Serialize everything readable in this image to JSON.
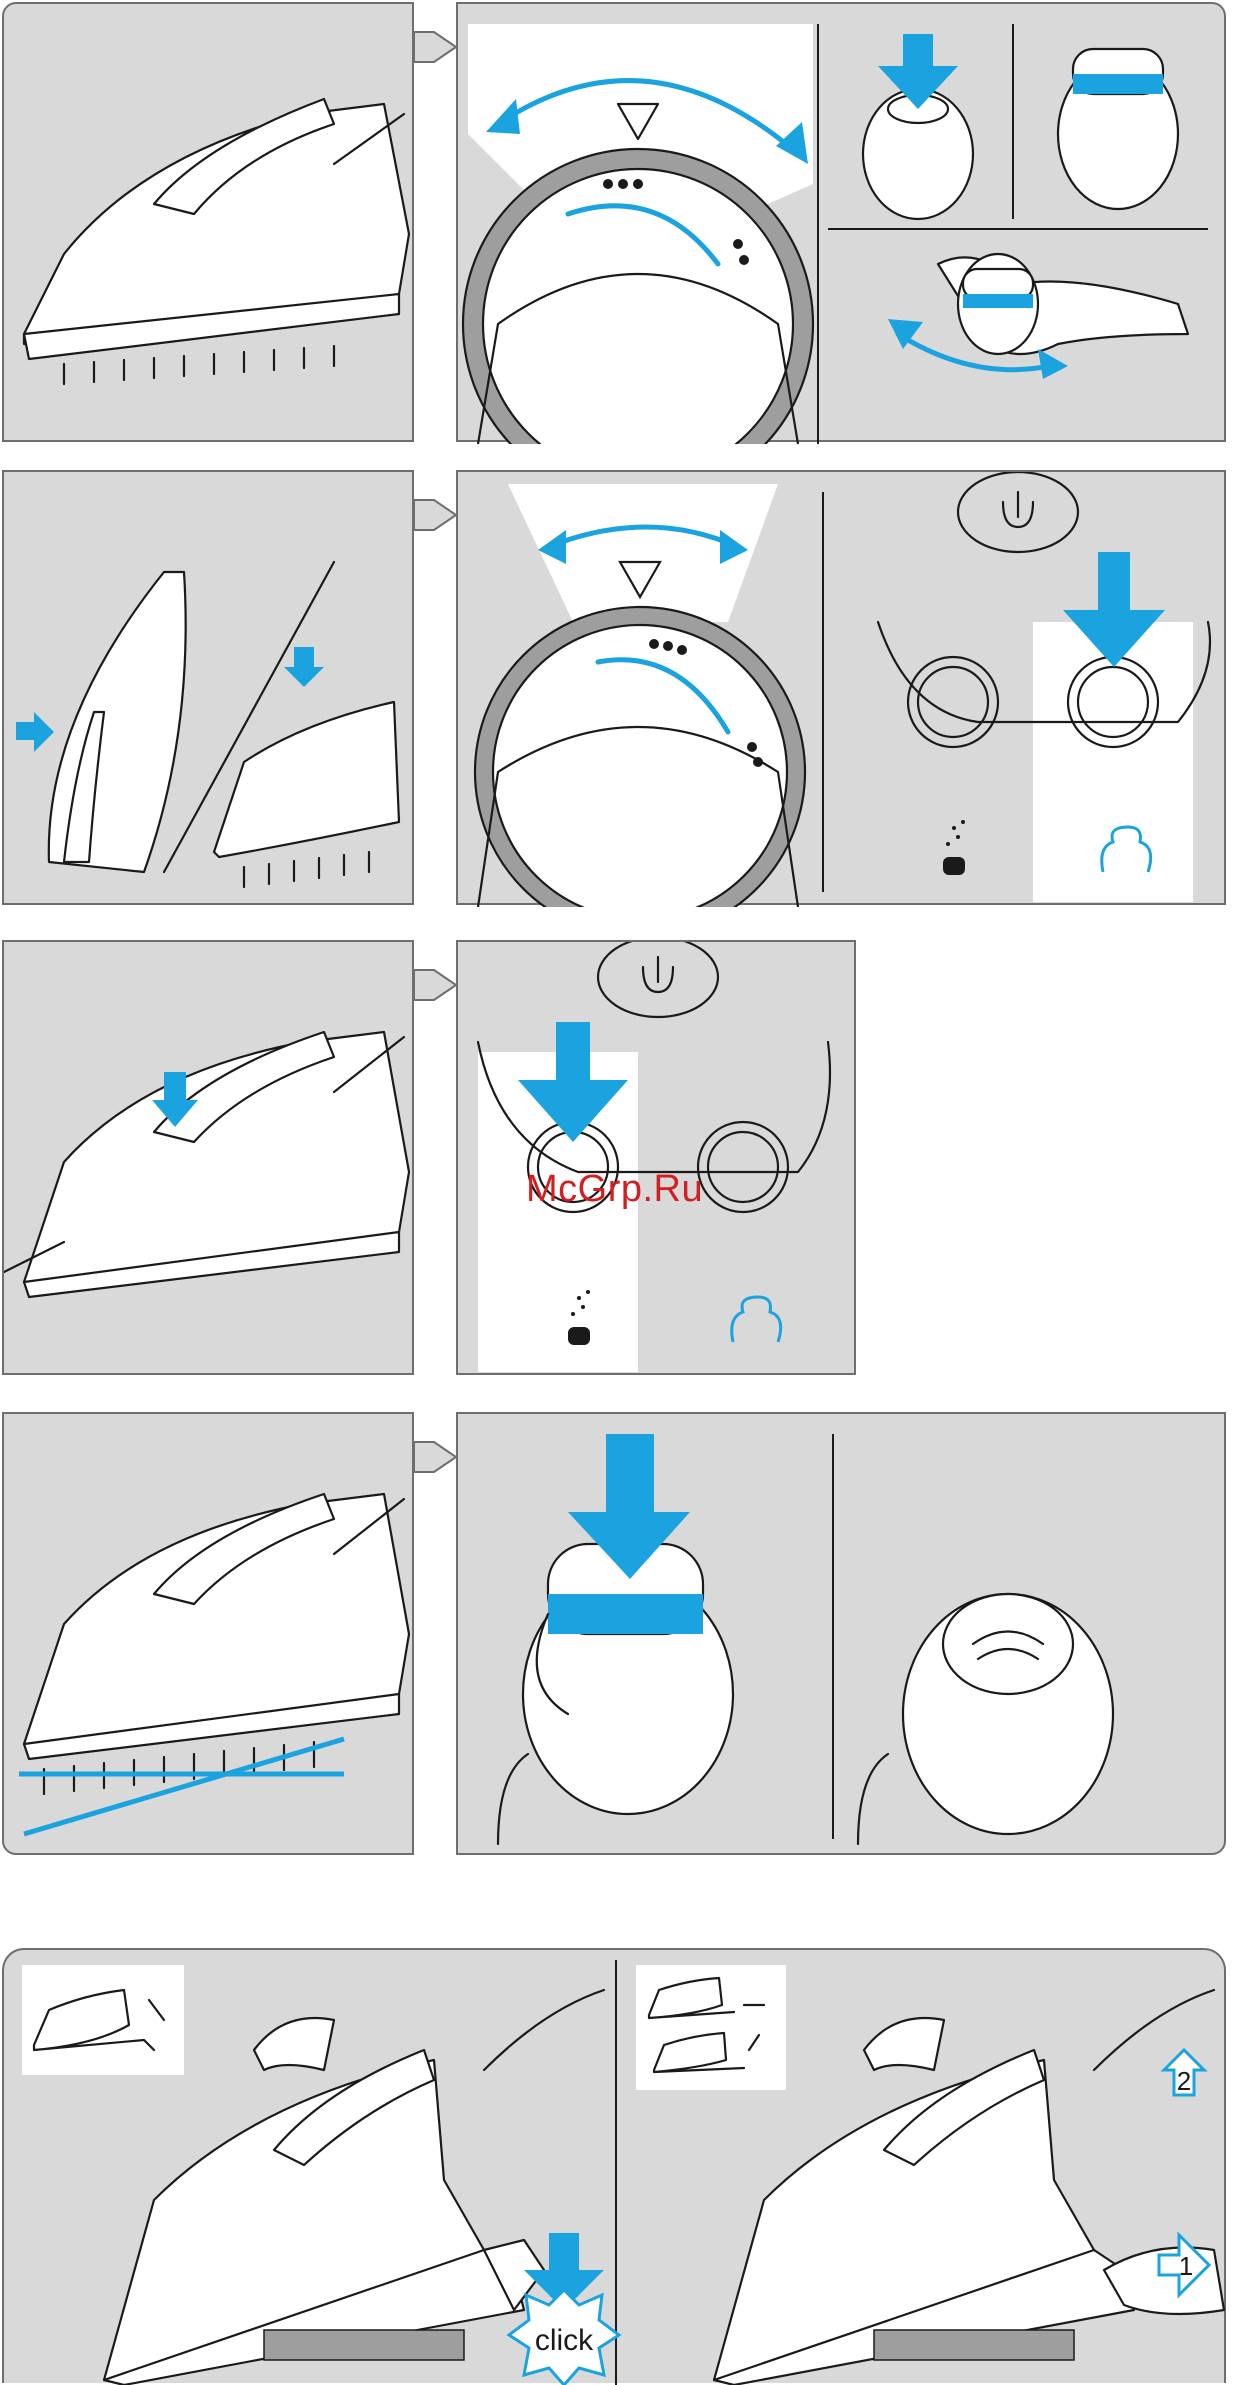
{
  "watermark": "McGrp.Ru",
  "labels": {
    "click": "click",
    "step_1": "1",
    "step_2": "2"
  },
  "icons": [
    "iron-icon",
    "steam-dial-icon",
    "arrow-down-icon",
    "power-button-icon",
    "spray-icon",
    "steam-burst-icon",
    "hand-icon"
  ],
  "colors": {
    "accent": "#1ba3e0",
    "panel": "#d9d9d9",
    "outline": "#1a1a1a",
    "watermark": "#d21f1f"
  }
}
